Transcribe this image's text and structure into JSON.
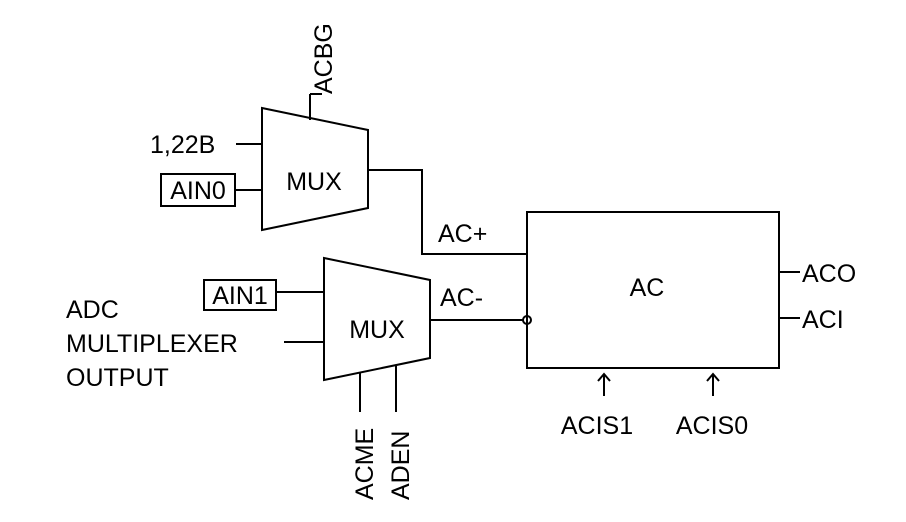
{
  "labels": {
    "acbg": "ACBG",
    "v_ref": "1,22B",
    "ain0": "AIN0",
    "ain1": "AIN1",
    "mux_top": "MUX",
    "mux_bottom": "MUX",
    "ac_plus": "AC+",
    "ac_minus": "AC-",
    "ac_block": "AC",
    "aco": "ACO",
    "aci": "ACI",
    "adc_line1": "ADC",
    "adc_line2": "MULTIPLEXER",
    "adc_line3": "OUTPUT",
    "acme": "ACME",
    "aden": "ADEN",
    "acis1": "ACIS1",
    "acis0": "ACIS0"
  },
  "colors": {
    "line": "#000000",
    "background": "#ffffff"
  }
}
